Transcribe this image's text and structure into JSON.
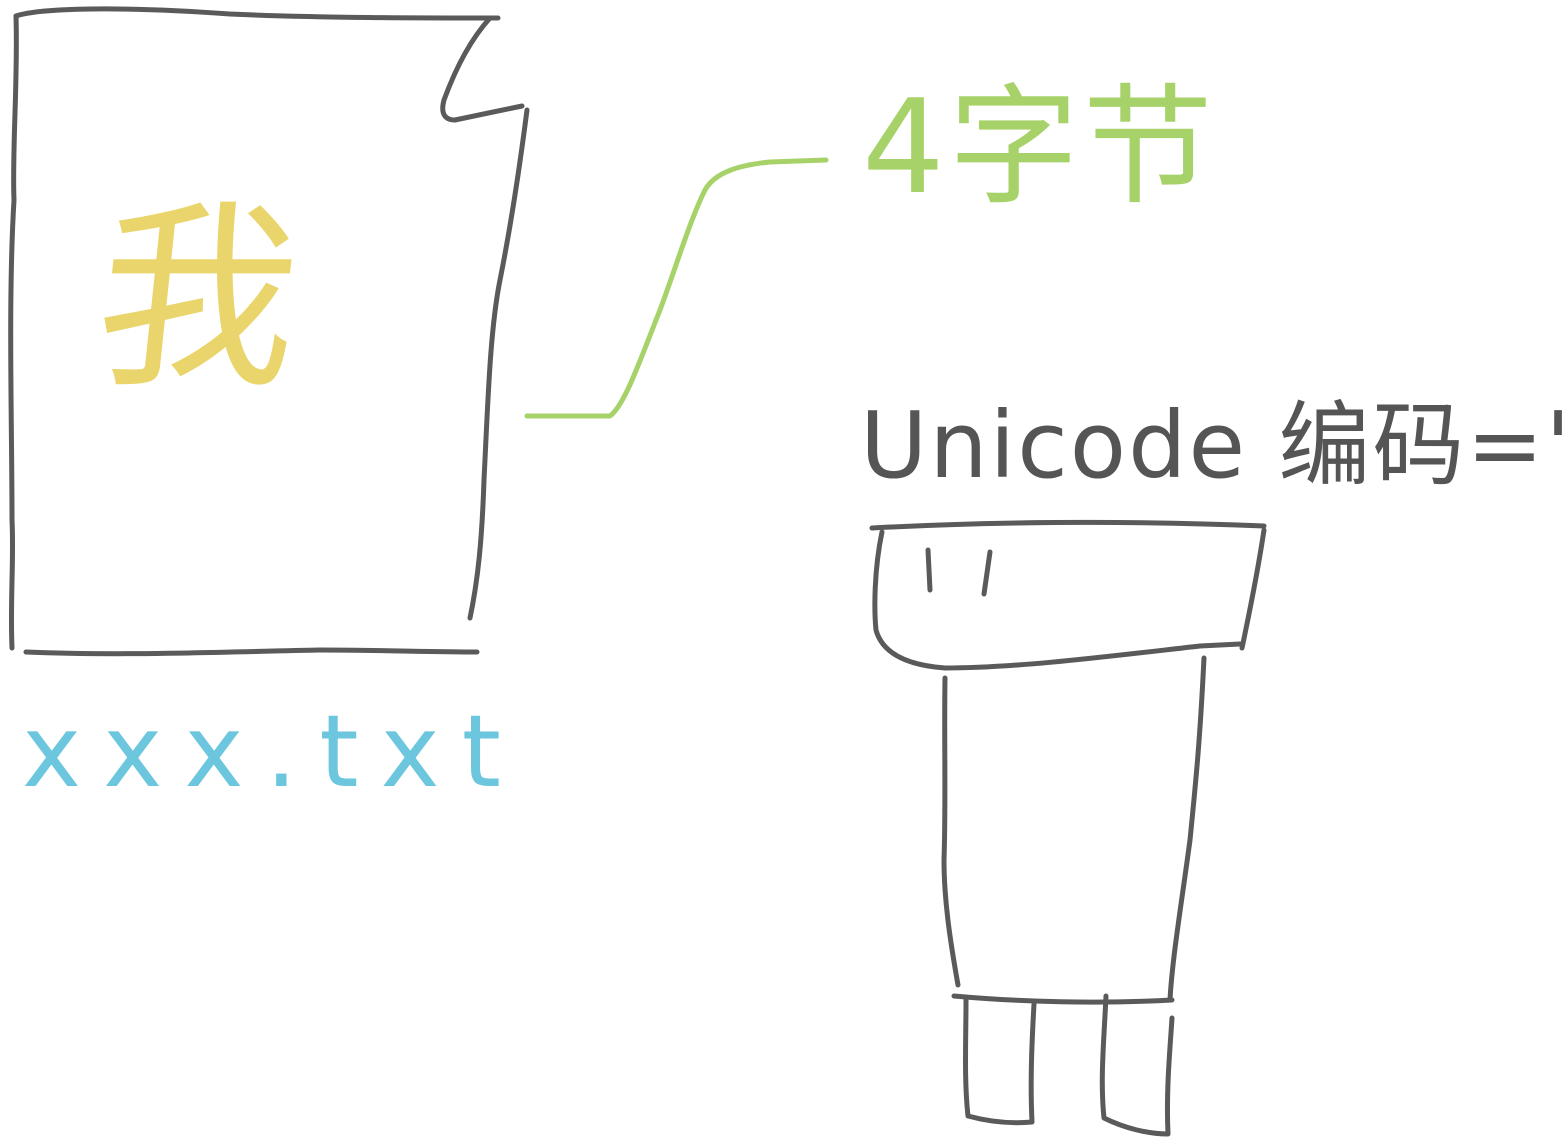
{
  "diagram": {
    "file_content_char": "我",
    "file_name": "xxx.txt",
    "byte_size_label": "4字节",
    "unicode_label": "Unicode 编码=\"失\"",
    "colors": {
      "outline": "#5a5a5a",
      "char": "#e9d56b",
      "file_name": "#6cc6dd",
      "bytes": "#a7d26a"
    }
  }
}
